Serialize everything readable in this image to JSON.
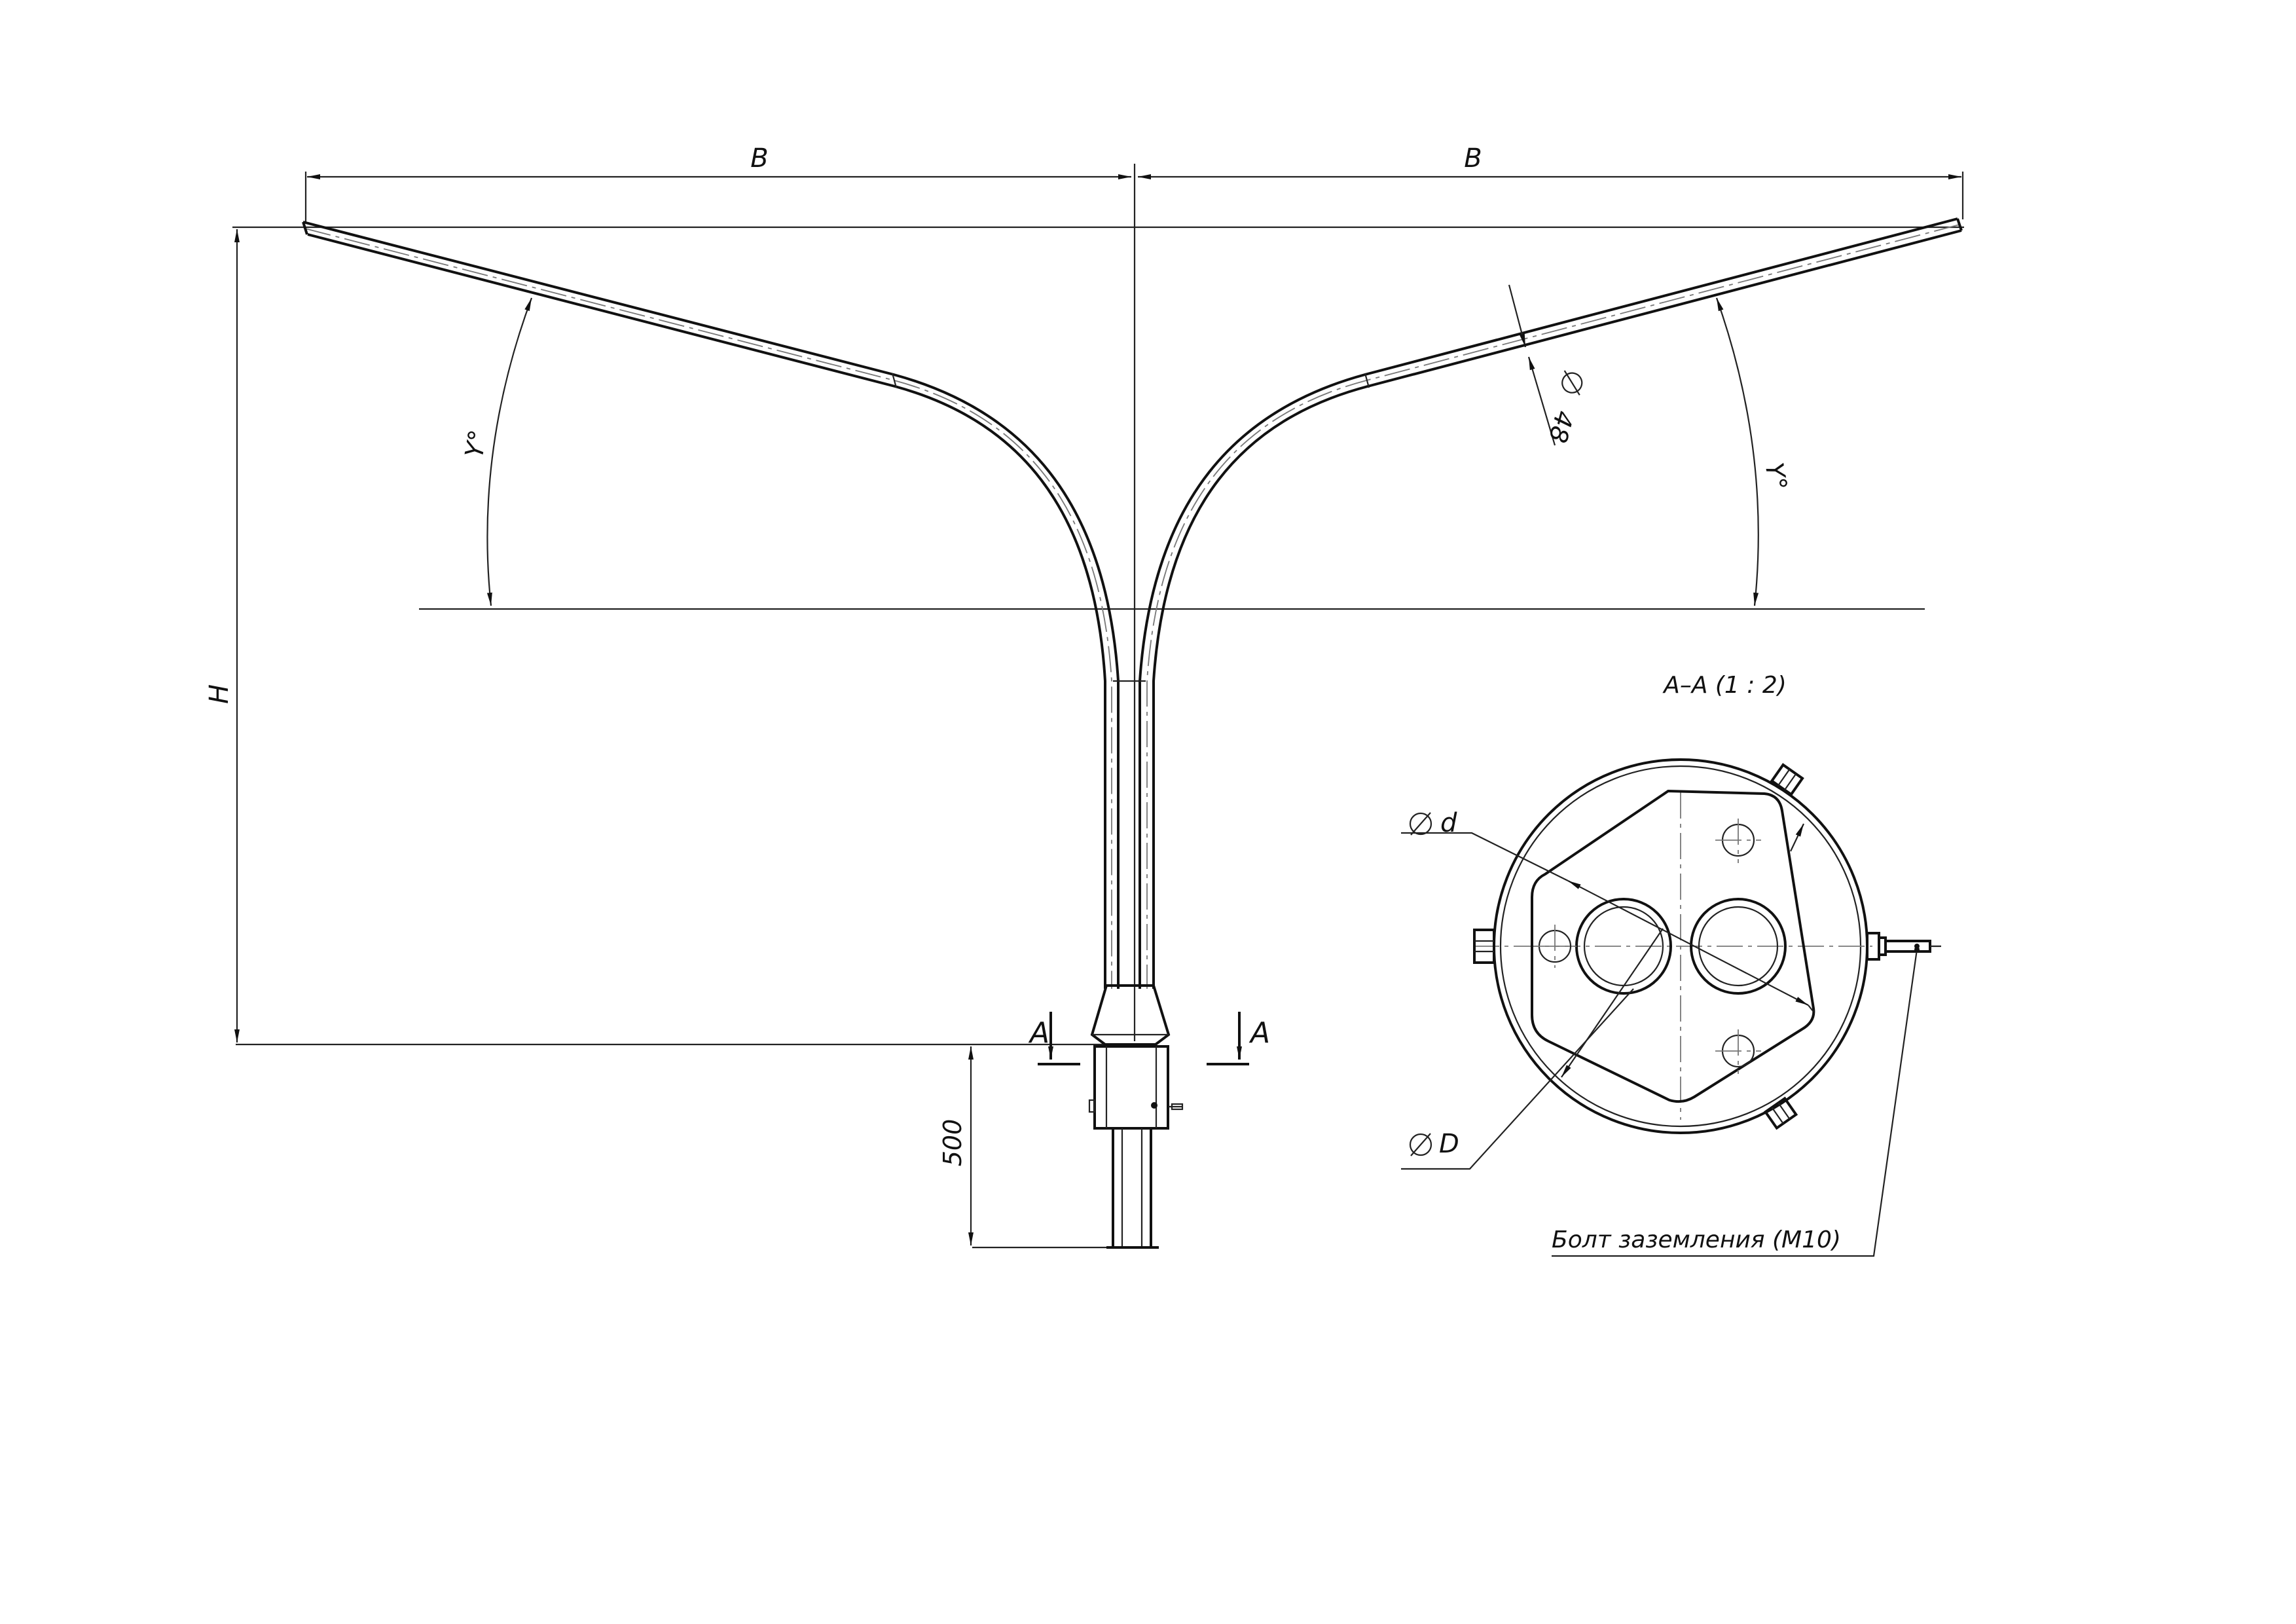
{
  "labels": {
    "width_left": "B",
    "width_right": "B",
    "height": "H",
    "angle_left": "Y°",
    "angle_right": "Y°",
    "pipe_diameter": "48",
    "base_length": "500",
    "section_mark_left": "A",
    "section_mark_right": "A",
    "section_title": "A–A (1 : 2)",
    "inner_diameter": "d",
    "outer_diameter": "D",
    "ground_bolt": "Болт заземления (М10)"
  },
  "icons": {
    "diameter_symbol": "diameter-icon",
    "section_arrow": "section-arrow-icon"
  },
  "colors": {
    "line": "#111111",
    "background": "#ffffff"
  }
}
